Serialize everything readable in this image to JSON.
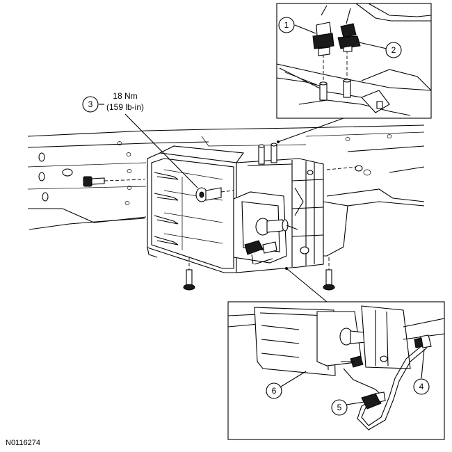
{
  "callouts": {
    "c1": "1",
    "c2": "2",
    "c3": "3",
    "c4": "4",
    "c5": "5",
    "c6": "6"
  },
  "torque": {
    "line1": "18 Nm",
    "line2": "(159 lb-in)"
  },
  "figure_id": "N0116274"
}
